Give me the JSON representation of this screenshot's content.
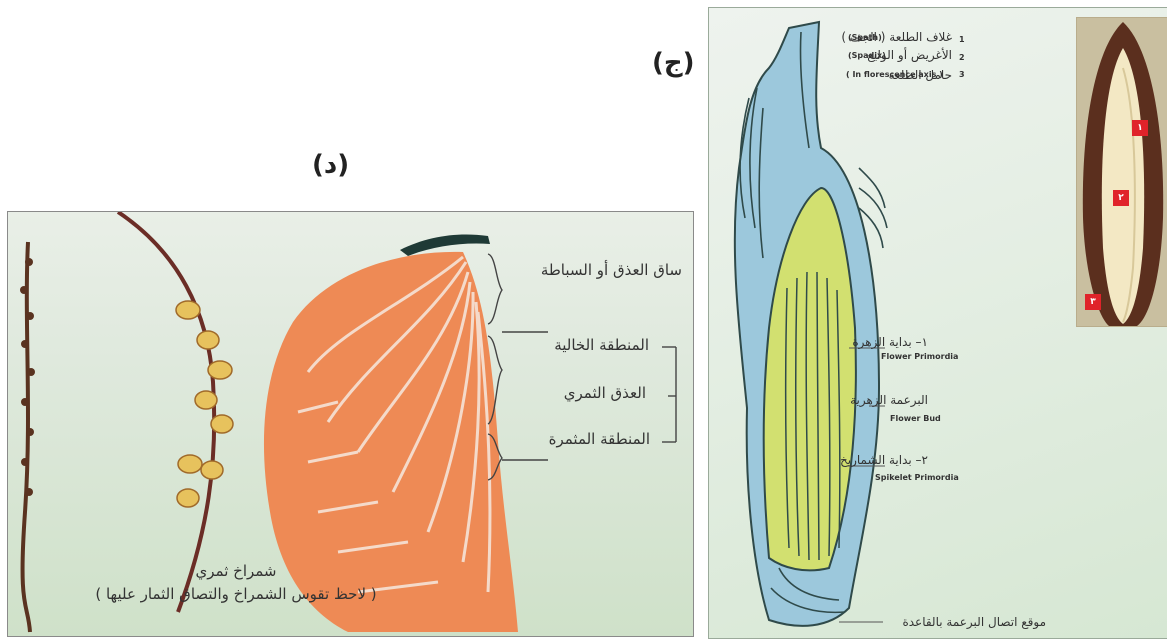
{
  "panel_d": {
    "label": "(د)",
    "labels": {
      "stalk": "ساق العذق أو السباطة",
      "empty_zone": "المنطقة الخالية",
      "fruit_bunch": "العذق الثمري",
      "bearing_zone": "المنطقة المثمرة",
      "strand": "شمراخ ثمري",
      "note": "( لاحظ تقوس الشمراخ والتصاق الثمار عليها )"
    }
  },
  "panel_j": {
    "label": "(ج)",
    "legend": [
      {
        "num": "1",
        "ar": "غلاف الطلعة ( الجف )",
        "en": "(Spath)"
      },
      {
        "num": "2",
        "ar": "الأغريض أو الوليع",
        "en": "(Spadix)"
      },
      {
        "num": "3",
        "ar": "حامل الطلعة",
        "en": "( In florescence axis )"
      }
    ],
    "callouts": {
      "flower_primordia_ar": "١– بداية الزهرة",
      "flower_primordia_en": "Flower Primordia",
      "flower_bud_ar": "البرعمة الزهرية",
      "flower_bud_en": "Flower Bud",
      "spikelet_ar": "٢– بداية الشماريخ",
      "spikelet_en": "Spikelet Primordia",
      "base_ar": "موقع اتصال البرعمة بالقاعدة"
    },
    "photo_markers": [
      "١",
      "٢",
      "٣"
    ]
  },
  "colors": {
    "orange": "#ee8a55",
    "blue": "#9cc8dc",
    "green": "#d2e070",
    "dark_outline": "#2f4a4a"
  }
}
